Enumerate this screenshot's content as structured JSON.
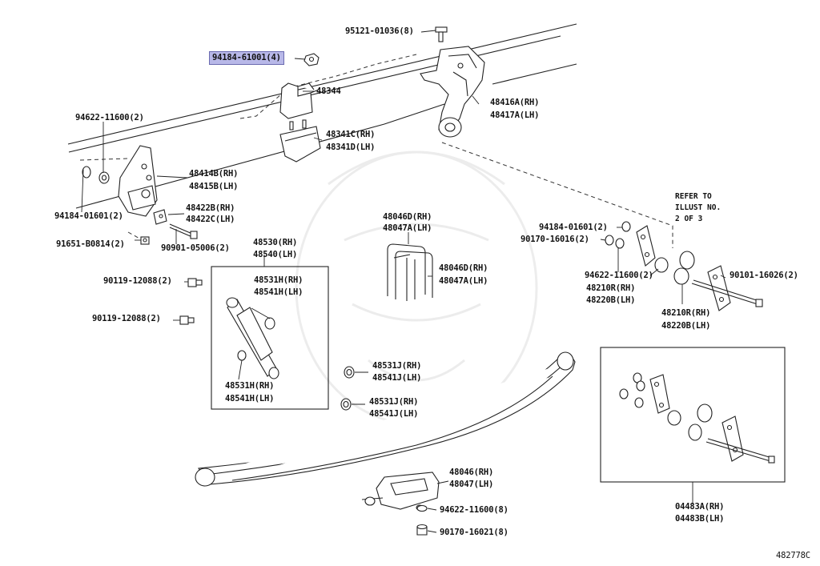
{
  "diagram_code": "482778C",
  "refer_note": {
    "line1": "REFER TO",
    "line2": "ILLUST NO.",
    "line3": "2 OF 3"
  },
  "parts": {
    "p95121": "95121-01036(8)",
    "p94184_61001": "94184-61001(4)",
    "p48344": "48344",
    "p48416A": "48416A(RH)",
    "p48417A": "48417A(LH)",
    "p94622_top": "94622-11600(2)",
    "p48341C": "48341C(RH)",
    "p48341D": "48341D(LH)",
    "p48414B": "48414B(RH)",
    "p48415B": "48415B(LH)",
    "p94184_01601_left": "94184-01601(2)",
    "p48422B": "48422B(RH)",
    "p48422C": "48422C(LH)",
    "p91651": "91651-B0814(2)",
    "p90901": "90901-05006(2)",
    "p48046D_top": "48046D(RH)",
    "p48047A_top": "48047A(LH)",
    "p48530": "48530(RH)",
    "p48540": "48540(LH)",
    "p90119_a": "90119-12088(2)",
    "p48531H_a": "48531H(RH)",
    "p48541H_a": "48541H(LH)",
    "p90119_b": "90119-12088(2)",
    "p48046D_mid": "48046D(RH)",
    "p48047A_mid": "48047A(LH)",
    "p48531H_b": "48531H(RH)",
    "p48541H_b": "48541H(LH)",
    "p48531J_a": "48531J(RH)",
    "p48541J_a": "48541J(LH)",
    "p48531J_b": "48531J(RH)",
    "p48541J_b": "48541J(LH)",
    "p94184_01601_right": "94184-01601(2)",
    "p90170_16016": "90170-16016(2)",
    "p94622_right": "94622-11600(2)",
    "p48210R_a": "48210R(RH)",
    "p48220B_a": "48220B(LH)",
    "p90101": "90101-16026(2)",
    "p48210R_b": "48210R(RH)",
    "p48220B_b": "48220B(LH)",
    "p48046": "48046(RH)",
    "p48047": "48047(LH)",
    "p94622_bottom": "94622-11600(8)",
    "p90170_16021": "90170-16021(8)",
    "p04483A": "04483A(RH)",
    "p04483B": "04483B(LH)"
  }
}
